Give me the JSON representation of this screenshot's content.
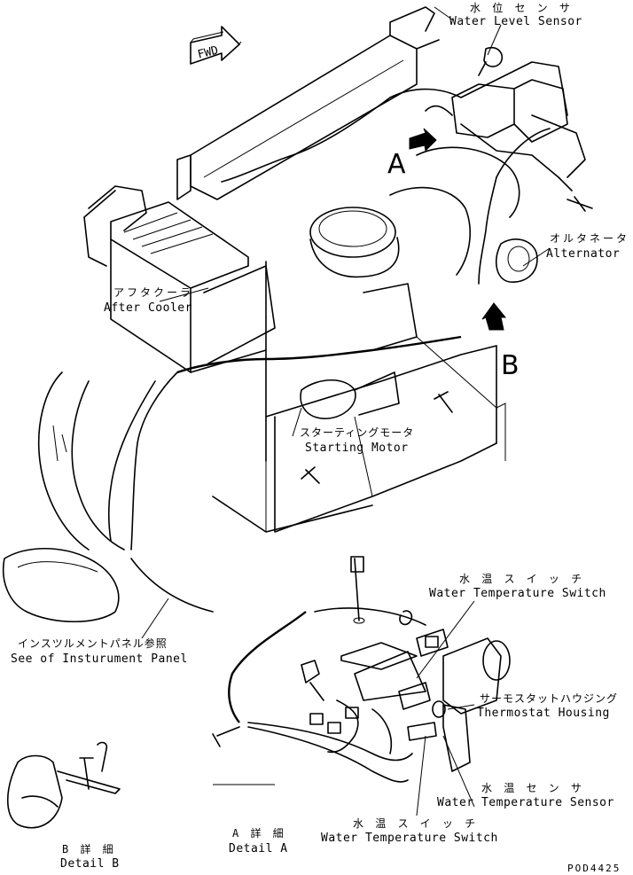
{
  "fwd_label": "FWD",
  "labels": {
    "water_level_sensor": {
      "jp": "水 位 セ ン サ",
      "en": "Water Level Sensor"
    },
    "alternator": {
      "jp": "オルタネータ",
      "en": "Alternator"
    },
    "after_cooler": {
      "jp": "アフタクーラ",
      "en": "After Cooler"
    },
    "starting_motor": {
      "jp": "スターティングモータ",
      "en": "Starting Motor"
    },
    "instrument_panel": {
      "jp": "インスツルメントパネル参照",
      "en": "See of Insturument Panel"
    },
    "water_temp_switch_top": {
      "jp": "水 温 ス イ ッ チ",
      "en": "Water Temperature Switch"
    },
    "thermostat_housing": {
      "jp": "サーモスタットハウジング",
      "en": "Thermostat Housing"
    },
    "water_temp_sensor": {
      "jp": "水 温 セ ン サ",
      "en": "Water Temperature Sensor"
    },
    "water_temp_switch_bottom": {
      "jp": "水 温 ス イ ッ チ",
      "en": "Water Temperature Switch"
    },
    "detail_a": {
      "jp": "A 詳 細",
      "en": "Detail A"
    },
    "detail_b": {
      "jp": "B 詳 細",
      "en": "Detail B"
    }
  },
  "view_markers": {
    "a": "A",
    "b": "B"
  },
  "drawing_code": "POD4425"
}
